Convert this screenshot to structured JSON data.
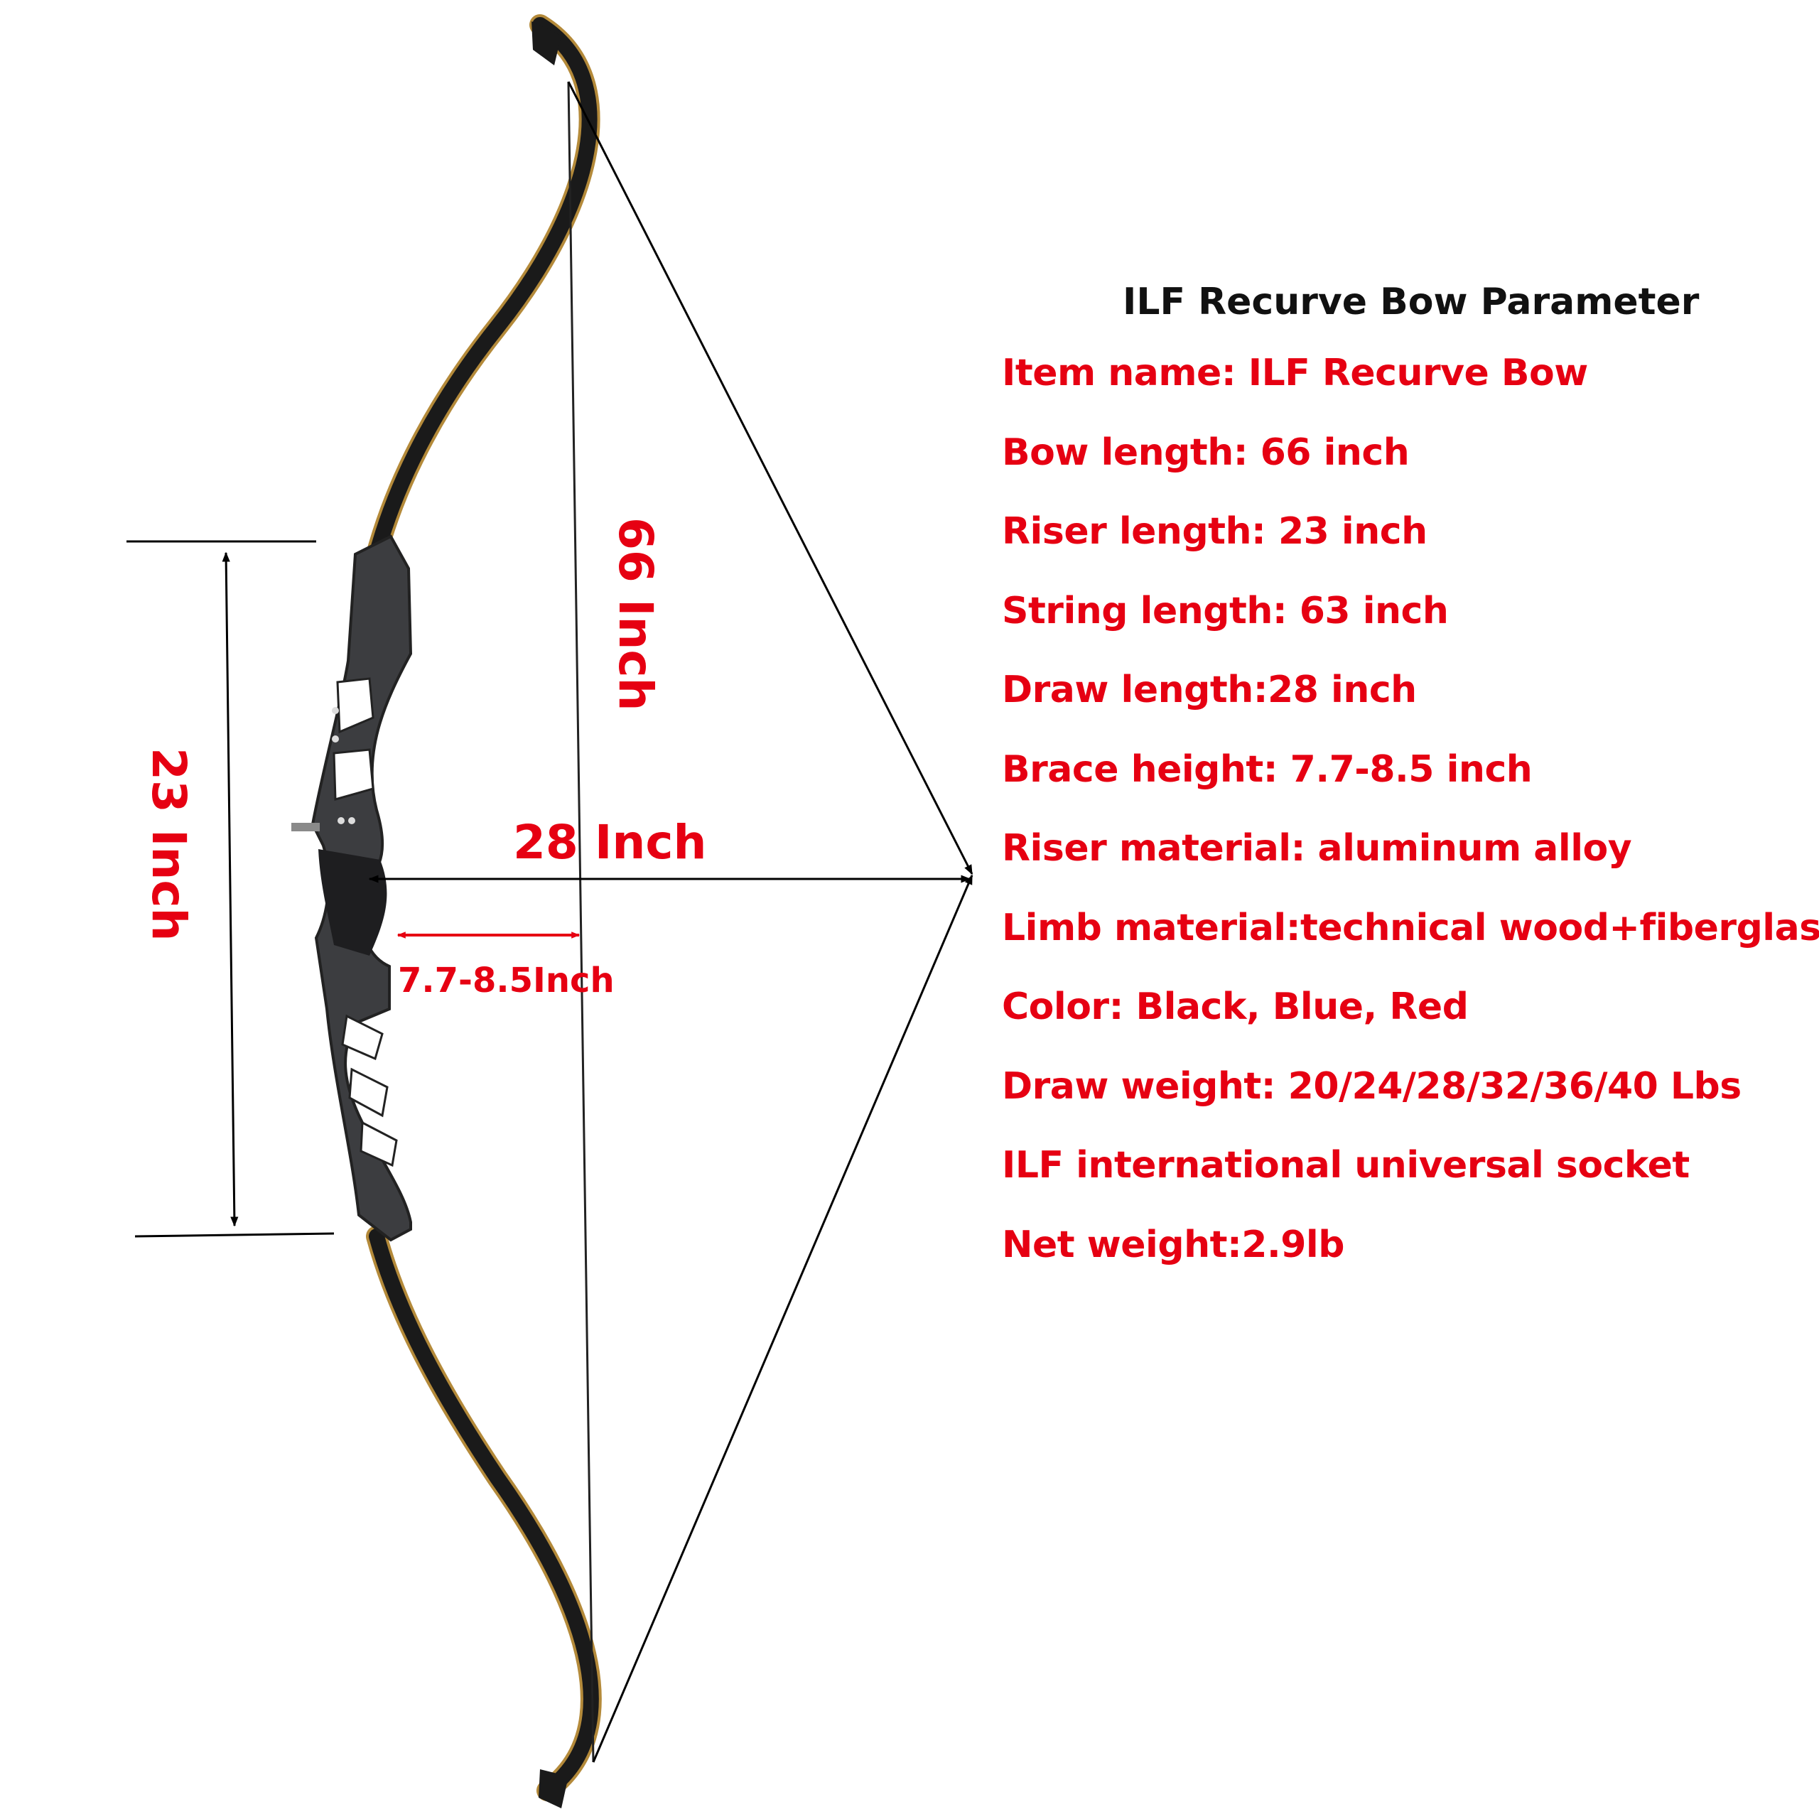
{
  "dimensions": {
    "bow_length": "66 Inch",
    "riser_length": "23 Inch",
    "draw_length": "28 Inch",
    "brace_height": "7.7-8.5Inch"
  },
  "spec_panel": {
    "title": "ILF Recurve Bow Parameter",
    "items": [
      "Item name: ILF Recurve Bow",
      "Bow length: 66 inch",
      "Riser length: 23 inch",
      "String length: 63 inch",
      "Draw length:28 inch",
      "Brace height: 7.7-8.5 inch",
      "Riser material: aluminum alloy",
      "Limb material:technical wood+fiberglass",
      "Color: Black, Blue, Red",
      "Draw weight: 20/24/28/32/36/40 Lbs",
      "ILF international universal socket",
      "Net weight:2.9lb"
    ]
  },
  "colors": {
    "label_red": "#e60012",
    "title_black": "#111111",
    "bow_black": "#1a1a1a",
    "riser_gray": "#3c3d40",
    "limb_edge_gold": "#b48a3a"
  }
}
